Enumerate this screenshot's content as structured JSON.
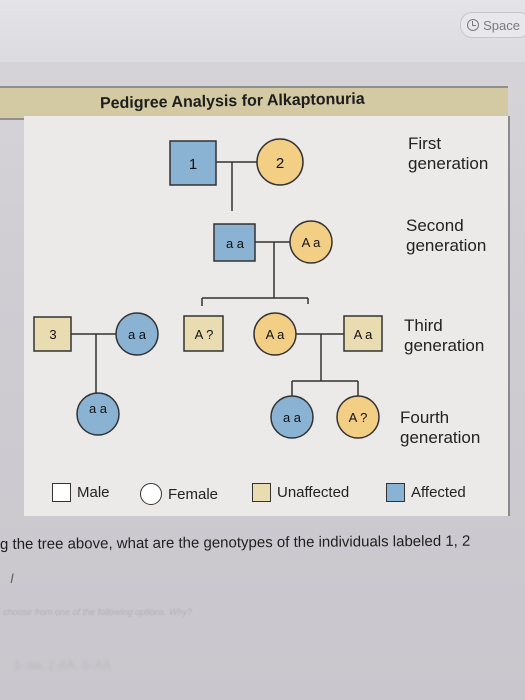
{
  "app": {
    "space_label": "Space"
  },
  "figure": {
    "title": "Pedigree Analysis for Alkaptonuria",
    "generation_labels": {
      "g1": [
        "First",
        "generation"
      ],
      "g2": [
        "Second",
        "generation"
      ],
      "g3": [
        "Third",
        "generation"
      ],
      "g4": [
        "Fourth",
        "generation"
      ]
    },
    "individuals": {
      "i1": "1",
      "i2": "2",
      "g2_male": "a a",
      "g2_female": "A a",
      "g3_male3": "3",
      "g3_female_affected": "a a",
      "g3_male_unaffected": "A ?",
      "g3_female_unaffected": "A a",
      "g3_male_right": "A a",
      "g4_left": "a a",
      "g4_mid": "a a",
      "g4_right": "A ?"
    },
    "legend": {
      "male": "Male",
      "female": "Female",
      "unaffected": "Unaffected",
      "affected": "Affected"
    },
    "colors": {
      "affected": "#8ab2d3",
      "unaffected": "#eadcb1",
      "female_gen1": "#f3cf86"
    }
  },
  "question": {
    "text": "g the tree above, what are the genotypes of the individuals labeled 1, 2",
    "answer_cursor": "I",
    "hint": "choose from one of the following options. Why?",
    "answer_preview": "1- aa, 2-AA, 3- AA"
  }
}
